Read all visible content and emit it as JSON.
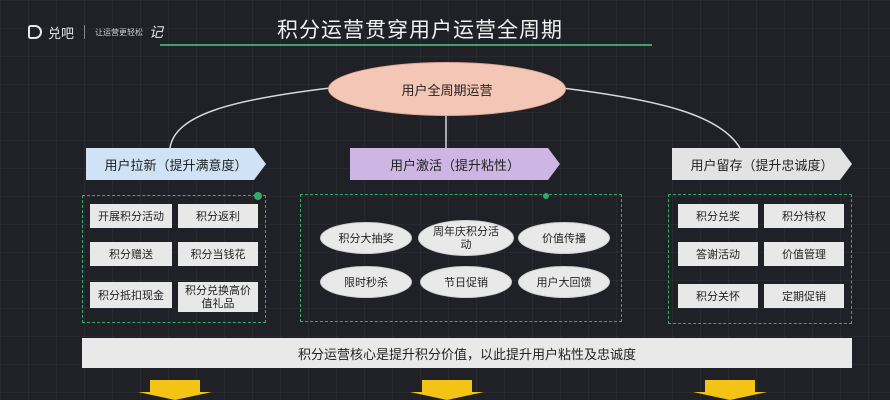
{
  "header": {
    "logo_text": "兑吧",
    "logo_tagline": "让运营更轻松",
    "logo_signature": "记",
    "title": "积分运营贯穿用户运营全周期"
  },
  "center": {
    "label": "用户全周期运营"
  },
  "stages": [
    {
      "label": "用户拉新（提升满意度）",
      "items": [
        "开展积分活动",
        "积分返利",
        "积分赠送",
        "积分当钱花",
        "积分抵扣现金",
        "积分兑换高价值礼品"
      ]
    },
    {
      "label": "用户激活（提升粘性）",
      "items": [
        "积分大抽奖",
        "周年庆积分活动",
        "价值传播",
        "限时秒杀",
        "节日促销",
        "用户大回馈"
      ]
    },
    {
      "label": "用户留存（提升忠诚度）",
      "items": [
        "积分兑奖",
        "积分特权",
        "答谢活动",
        "价值管理",
        "积分关怀",
        "定期促销"
      ]
    }
  ],
  "core_message": "积分运营核心是提升积分价值，以此提升用户粘性及忠诚度",
  "colors": {
    "accent_green": "#2fae6a",
    "ellipse": "#f4c6b6",
    "tag_blue": "#cfe2f6",
    "tag_purple": "#cdb6e3",
    "tag_gray": "#e3e3e3",
    "arrow_yellow": "#f3c316"
  }
}
